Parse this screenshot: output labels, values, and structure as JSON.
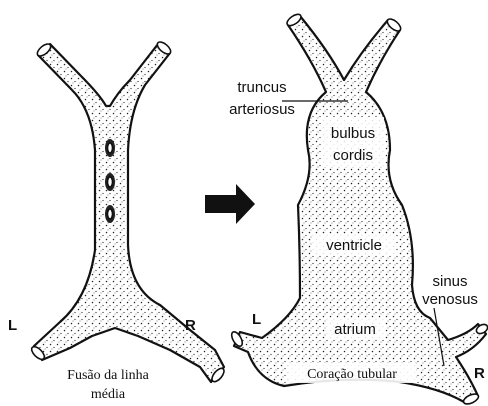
{
  "left_figure": {
    "left_label": "L",
    "right_label": "R",
    "caption_line1": "Fusão da linha",
    "caption_line2": "média"
  },
  "right_figure": {
    "truncus_line1": "truncus",
    "truncus_line2": "arteriosus",
    "bulbus_line1": "bulbus",
    "bulbus_line2": "cordis",
    "ventricle": "ventricle",
    "atrium": "atrium",
    "sinus_line1": "sinus",
    "sinus_line2": "venosus",
    "left_label": "L",
    "right_label": "R",
    "caption": "Coração tubular"
  },
  "arrow_direction": "right",
  "colors": {
    "ink": "#111111",
    "background": "#ffffff"
  }
}
